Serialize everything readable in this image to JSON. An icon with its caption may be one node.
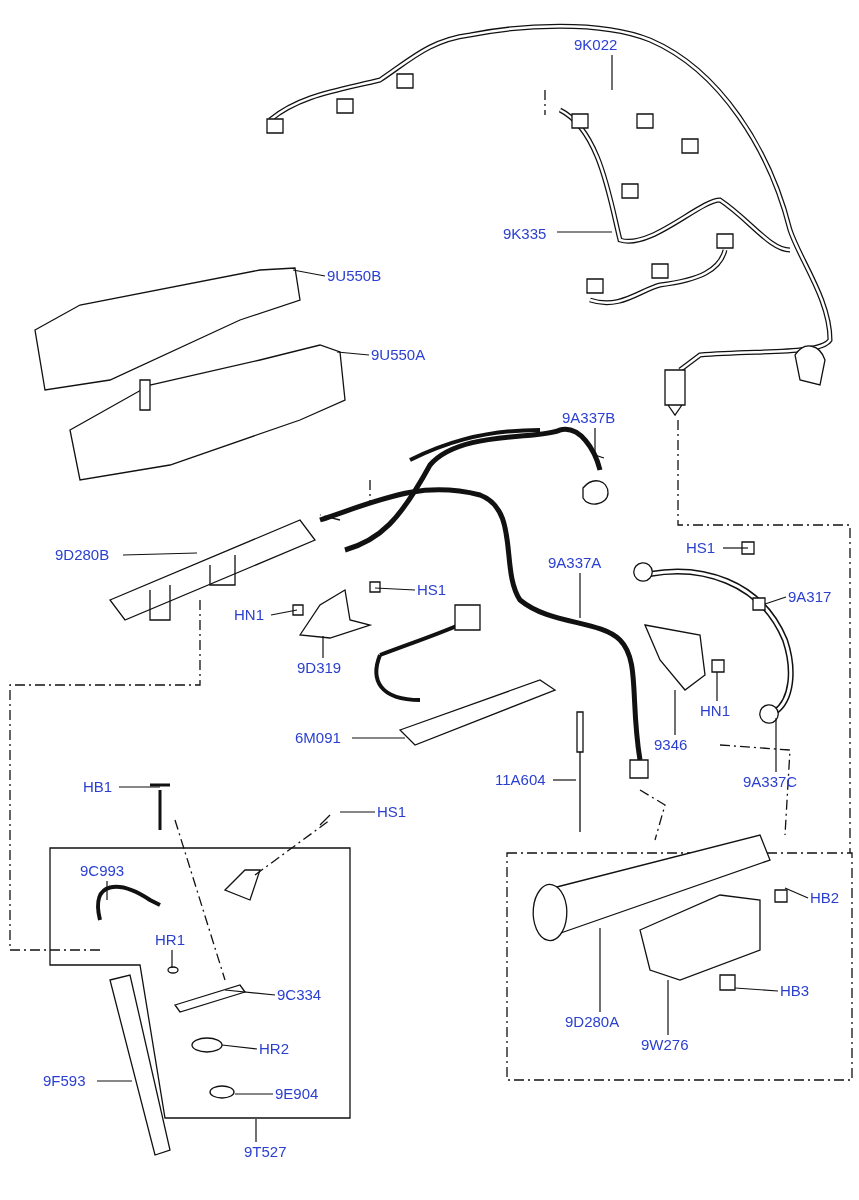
{
  "diagram": {
    "nodes": [
      {
        "text": [
          "9K022"
        ]
      },
      {
        "text": [
          "9K335"
        ]
      },
      {
        "text": [
          "9U550B"
        ]
      },
      {
        "text": [
          "9U550A"
        ]
      },
      {
        "text": [
          "9A337B"
        ]
      },
      {
        "text": [
          "9D280B"
        ]
      },
      {
        "text": [
          "HS1"
        ]
      },
      {
        "text": [
          "HN1"
        ]
      },
      {
        "text": [
          "9D319"
        ]
      },
      {
        "text": [
          "9A337A"
        ]
      },
      {
        "text": [
          "HS1"
        ]
      },
      {
        "text": [
          "9A317"
        ]
      },
      {
        "text": [
          "HN1"
        ]
      },
      {
        "text": [
          "9346"
        ]
      },
      {
        "text": [
          "9A337C"
        ]
      },
      {
        "text": [
          "6M091"
        ]
      },
      {
        "text": [
          "11A604"
        ]
      },
      {
        "text": [
          "HB1"
        ]
      },
      {
        "text": [
          "HS1"
        ]
      },
      {
        "text": [
          "9C993"
        ]
      },
      {
        "text": [
          "HR1"
        ]
      },
      {
        "text": [
          "9C334"
        ]
      },
      {
        "text": [
          "HR2"
        ]
      },
      {
        "text": [
          "9E904"
        ]
      },
      {
        "text": [
          "9F593"
        ]
      },
      {
        "text": [
          "9T527"
        ]
      },
      {
        "text": [
          "9D280A"
        ]
      },
      {
        "text": [
          "HB2"
        ]
      },
      {
        "text": [
          "HB3"
        ]
      },
      {
        "text": [
          "9W276"
        ]
      }
    ],
    "edges": [
      {
        "from": 0,
        "to": null,
        "arrow": "none"
      },
      {
        "from": 1,
        "to": null,
        "arrow": "none"
      },
      {
        "from": 2,
        "to": null,
        "arrow": "none"
      },
      {
        "from": 3,
        "to": null,
        "arrow": "none"
      },
      {
        "from": 4,
        "to": null,
        "arrow": "none"
      },
      {
        "from": 5,
        "to": null,
        "arrow": "none"
      },
      {
        "from": 6,
        "to": null,
        "arrow": "none"
      },
      {
        "from": 7,
        "to": null,
        "arrow": "none"
      },
      {
        "from": 8,
        "to": null,
        "arrow": "none"
      },
      {
        "from": 9,
        "to": null,
        "arrow": "none"
      },
      {
        "from": 10,
        "to": null,
        "arrow": "none"
      },
      {
        "from": 11,
        "to": null,
        "arrow": "none"
      },
      {
        "from": 12,
        "to": null,
        "arrow": "none"
      },
      {
        "from": 13,
        "to": null,
        "arrow": "none"
      },
      {
        "from": 14,
        "to": null,
        "arrow": "none"
      },
      {
        "from": 15,
        "to": null,
        "arrow": "none"
      },
      {
        "from": 16,
        "to": null,
        "arrow": "none"
      },
      {
        "from": 17,
        "to": null,
        "arrow": "none"
      },
      {
        "from": 18,
        "to": null,
        "arrow": "none"
      },
      {
        "from": 19,
        "to": null,
        "arrow": "none"
      },
      {
        "from": 20,
        "to": null,
        "arrow": "none"
      },
      {
        "from": 21,
        "to": null,
        "arrow": "none"
      },
      {
        "from": 22,
        "to": null,
        "arrow": "none"
      },
      {
        "from": 23,
        "to": null,
        "arrow": "none"
      },
      {
        "from": 24,
        "to": null,
        "arrow": "none"
      },
      {
        "from": 25,
        "to": null,
        "arrow": "none"
      },
      {
        "from": 26,
        "to": null,
        "arrow": "none"
      },
      {
        "from": 27,
        "to": null,
        "arrow": "none"
      },
      {
        "from": 28,
        "to": null,
        "arrow": "none"
      },
      {
        "from": 29,
        "to": null,
        "arrow": "none"
      }
    ]
  }
}
